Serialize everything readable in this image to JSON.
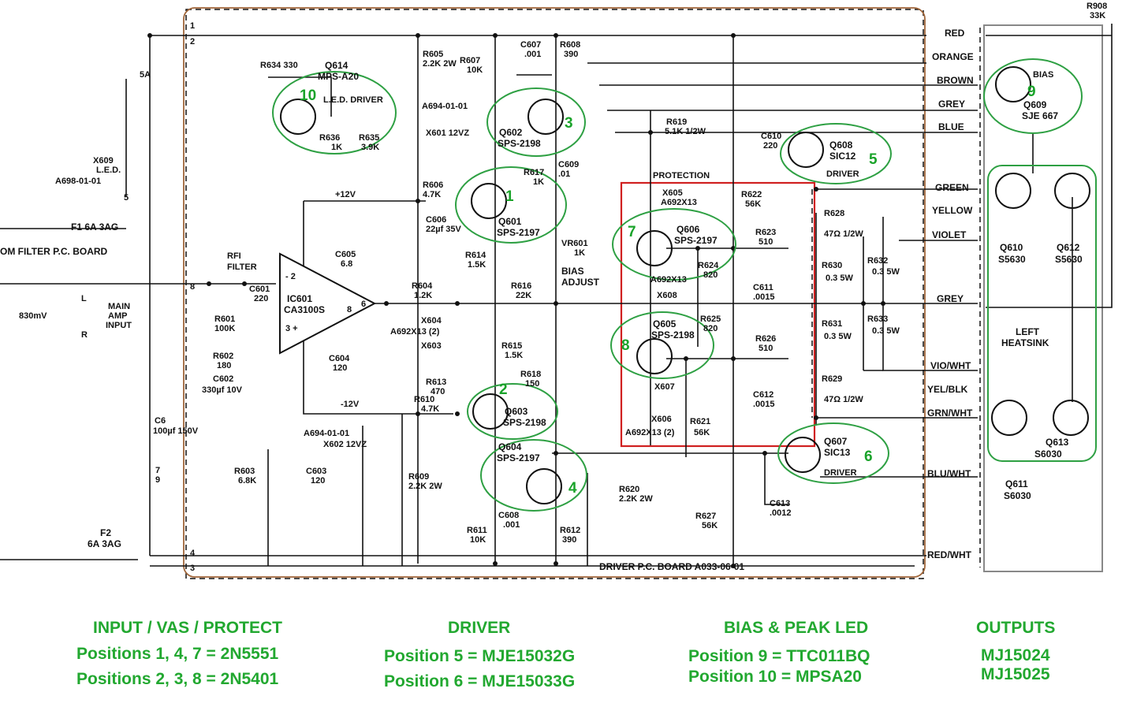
{
  "schematic": {
    "board_label": "DRIVER P.C. BOARD  A033-06-01",
    "filter_board": "OM FILTER P.C. BOARD",
    "main_amp_input": [
      "MAIN",
      "AMP",
      "INPUT"
    ],
    "input_level": "830mV",
    "channels": {
      "l": "L",
      "r": "R"
    },
    "fuses": [
      {
        "id": "F1 6A 3AG"
      },
      {
        "id": "F2",
        "rating": "6A 3AG"
      }
    ],
    "rf_filter": [
      "RFI",
      "FILTER"
    ],
    "opamp": {
      "id": "IC601",
      "part": "CA3100S"
    },
    "supplies": {
      "pos": "+12V",
      "neg": "-12V"
    },
    "led": {
      "id": "X609",
      "label": "L.E.D.",
      "part": "A698-01-01"
    },
    "bias_adjust": [
      "VR601",
      "1K",
      "BIAS",
      "ADJUST"
    ],
    "protection": "PROTECTION",
    "heatsink": [
      "LEFT",
      "HEATSINK"
    ],
    "wire_colors": [
      "RED",
      "ORANGE",
      "BROWN",
      "GREY",
      "BLUE",
      "GREEN",
      "YELLOW",
      "VIOLET",
      "GREY",
      "VIO/WHT",
      "YEL/BLK",
      "GRN/WHT",
      "BLU/WHT",
      "RED/WHT"
    ],
    "resistor_corner": [
      "R908",
      "33K"
    ],
    "transistors": [
      {
        "pos": "10",
        "id": "Q614",
        "part": "MPS-A20",
        "role": "L.E.D. DRIVER"
      },
      {
        "pos": "3",
        "id": "Q602",
        "part": "SPS-2198"
      },
      {
        "pos": "1",
        "id": "Q601",
        "part": "SPS-2197"
      },
      {
        "pos": "7",
        "id": "Q606",
        "part": "SPS-2197"
      },
      {
        "pos": "8",
        "id": "Q605",
        "part": "SPS-2198"
      },
      {
        "pos": "2",
        "id": "Q603",
        "part": "SPS-2198"
      },
      {
        "pos": "4",
        "id": "Q604",
        "part": "SPS-2197"
      },
      {
        "pos": "5",
        "id": "Q608",
        "part": "SIC12",
        "role": "DRIVER"
      },
      {
        "pos": "6",
        "id": "Q607",
        "part": "SIC13",
        "role": "DRIVER"
      },
      {
        "pos": "9",
        "id": "Q609",
        "part": "SJE 667",
        "role": "BIAS"
      },
      {
        "id": "Q610",
        "part": "S5630"
      },
      {
        "id": "Q612",
        "part": "S5630"
      },
      {
        "id": "Q611",
        "part": "S6030"
      },
      {
        "id": "Q613",
        "part": "S6030"
      }
    ],
    "components": [
      {
        "ref": "R634",
        "val": "330"
      },
      {
        "ref": "R636",
        "val": "1K"
      },
      {
        "ref": "R635",
        "val": "3.9K"
      },
      {
        "ref": "R605",
        "val": "2.2K 2W"
      },
      {
        "ref": "R607",
        "val": "10K"
      },
      {
        "ref": "C607",
        "val": ".001"
      },
      {
        "ref": "R608",
        "val": "390"
      },
      {
        "ref": "A694-01-01",
        "val": "X601 12VZ"
      },
      {
        "ref": "R617",
        "val": "1K"
      },
      {
        "ref": "C609",
        "val": ".01"
      },
      {
        "ref": "R606",
        "val": "4.7K"
      },
      {
        "ref": "C606",
        "val": "22µf 35V"
      },
      {
        "ref": "C605",
        "val": "6.8"
      },
      {
        "ref": "C601",
        "val": "220"
      },
      {
        "ref": "R601",
        "val": "100K"
      },
      {
        "ref": "R602",
        "val": "180"
      },
      {
        "ref": "C602",
        "val": "330µf 10V"
      },
      {
        "ref": "C604",
        "val": "120"
      },
      {
        "ref": "R614",
        "val": "1.5K"
      },
      {
        "ref": "R604",
        "val": "1.2K"
      },
      {
        "ref": "R616",
        "val": "22K"
      },
      {
        "ref": "X604",
        "val": "A692X13 (2)"
      },
      {
        "ref": "X603",
        "val": ""
      },
      {
        "ref": "R615",
        "val": "1.5K"
      },
      {
        "ref": "R618",
        "val": "150"
      },
      {
        "ref": "R613",
        "val": "470"
      },
      {
        "ref": "R610",
        "val": "4.7K"
      },
      {
        "ref": "R619",
        "val": "5.1K 1/2W"
      },
      {
        "ref": "C610",
        "val": "220"
      },
      {
        "ref": "X605",
        "val": "A692X13"
      },
      {
        "ref": "R622",
        "val": "56K"
      },
      {
        "ref": "R623",
        "val": "510"
      },
      {
        "ref": "R624",
        "val": "820"
      },
      {
        "ref": "C611",
        "val": ".0015"
      },
      {
        "ref": "X608",
        "val": "A692X13"
      },
      {
        "ref": "R625",
        "val": "820"
      },
      {
        "ref": "R626",
        "val": "510"
      },
      {
        "ref": "C612",
        "val": ".0015"
      },
      {
        "ref": "X607",
        "val": ""
      },
      {
        "ref": "X606",
        "val": "A692X13 (2)"
      },
      {
        "ref": "R621",
        "val": "56K"
      },
      {
        "ref": "R628",
        "val": "47Ω 1/2W"
      },
      {
        "ref": "R630",
        "val": "0.3 5W"
      },
      {
        "ref": "R632",
        "val": "0.3 5W"
      },
      {
        "ref": "R631",
        "val": "0.3 5W"
      },
      {
        "ref": "R633",
        "val": "0.3 5W"
      },
      {
        "ref": "R629",
        "val": "47Ω 1/2W"
      },
      {
        "ref": "C6",
        "val": "100µf 150V"
      },
      {
        "ref": "R603",
        "val": "6.8K"
      },
      {
        "ref": "C603",
        "val": "120"
      },
      {
        "ref": "A694-01-01 ",
        "val": "X602 12VZ"
      },
      {
        "ref": "R609",
        "val": "2.2K 2W"
      },
      {
        "ref": "C608",
        "val": ".001"
      },
      {
        "ref": "R611",
        "val": "10K"
      },
      {
        "ref": "R612",
        "val": "390"
      },
      {
        "ref": "R620",
        "val": "2.2K 2W"
      },
      {
        "ref": "R627",
        "val": "56K"
      },
      {
        "ref": "C613",
        "val": ".0012"
      }
    ],
    "pins": [
      "1",
      "2",
      "8",
      "7",
      "9",
      "4",
      "3",
      "5"
    ]
  },
  "legend": {
    "input_vas": {
      "heading": "INPUT / VAS / PROTECT",
      "lines": [
        "Positions 1, 4, 7 = 2N5551",
        "Positions 2, 3, 8 = 2N5401"
      ]
    },
    "driver": {
      "heading": "DRIVER",
      "lines": [
        "Position 5 = MJE15032G",
        "Position 6 = MJE15033G"
      ]
    },
    "bias": {
      "heading": "BIAS & PEAK LED",
      "lines": [
        "Position 9 = TTC011BQ",
        "Position 10 = MPSA20"
      ]
    },
    "outputs": {
      "heading": "OUTPUTS",
      "lines": [
        "MJ15024",
        "MJ15025"
      ]
    }
  }
}
